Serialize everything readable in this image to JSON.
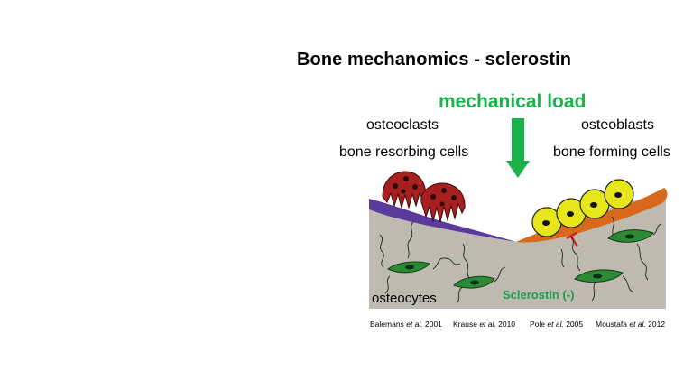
{
  "title": "Bone mechanomics - sclerostin",
  "load_label": "mechanical load",
  "left": {
    "line1": "osteoclasts",
    "line2": "bone resorbing cells"
  },
  "right": {
    "line1": "osteoblasts",
    "line2": "bone forming cells"
  },
  "osteocytes_label": "osteocytes",
  "sclerostin_label": "Sclerostin (-)",
  "references": [
    {
      "author": "Balemans",
      "etal": "et al.",
      "year": "2001"
    },
    {
      "author": "Krause",
      "etal": "et al.",
      "year": "2010"
    },
    {
      "author": "Pole",
      "etal": "et al.",
      "year": "2005"
    },
    {
      "author": "Moustafa",
      "etal": "et al.",
      "year": "2012"
    }
  ],
  "colors": {
    "bone": "#bfbab0",
    "osteoclast": "#a71f1f",
    "osteoblast": "#e6e61a",
    "resorption_layer": "#5b3a9c",
    "osteoid_layer": "#d8681b",
    "osteocyte": "#2c8a35",
    "load_arrow": "#1cb24b",
    "inhibition": "#e0201e"
  }
}
